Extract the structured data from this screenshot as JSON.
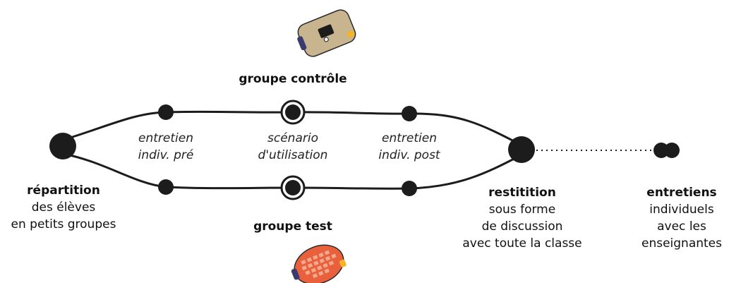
{
  "groups": {
    "control_label": "groupe contrôle",
    "test_label": "groupe test"
  },
  "stages": {
    "pre_interview": [
      "entretien",
      "indiv. pré"
    ],
    "scenario": [
      "scénario",
      "d'utilisation"
    ],
    "post_interview": [
      "entretien",
      "indiv. post"
    ]
  },
  "nodes": {
    "split": {
      "title": "répartition",
      "lines": [
        "des élèves",
        "en petits groupes"
      ]
    },
    "restitution": {
      "title": "restitition",
      "lines": [
        "sous forme",
        "de discussion",
        "avec toute la classe"
      ]
    },
    "interviews": {
      "title": "entretiens",
      "lines": [
        "individuels",
        "avec les",
        "enseignantes"
      ]
    }
  },
  "colors": {
    "node": "#1c1c1c",
    "control_device": "#c8b48f",
    "test_device": "#e8603c",
    "device_accent": "#3b3a6e",
    "device_yellow": "#f2b52a"
  },
  "icons": {
    "control_device": "robot-device-icon",
    "test_device": "robot-device-keyboard-icon"
  }
}
